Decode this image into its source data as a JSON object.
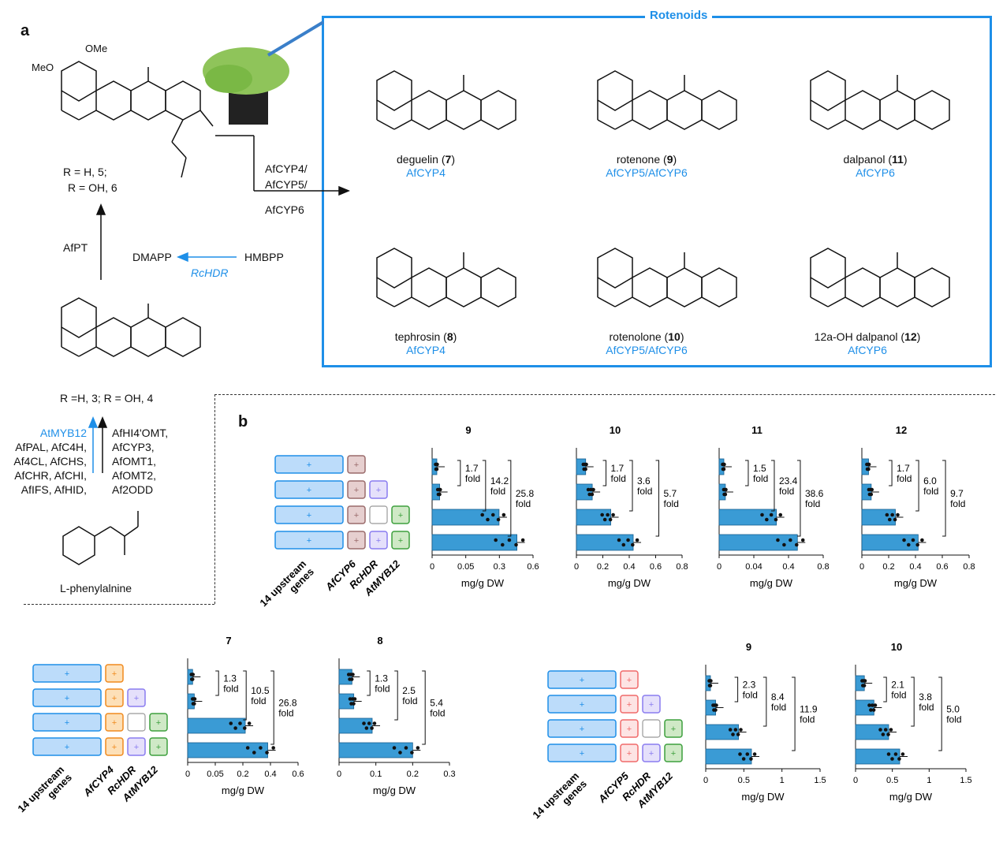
{
  "panel_a": {
    "label": "a",
    "rotenoids_title": "Rotenoids",
    "enzymes_arrow": [
      "AfCYP4/",
      "AfCYP5/",
      "AfCYP6"
    ],
    "prenylated": {
      "r_label": "R = H, 5;",
      "r_label2": "R = OH, 6"
    },
    "afpt": "AfPT",
    "dmapp": "DMAPP",
    "hmbpp": "HMBPP",
    "rchdr": "RcHDR",
    "core": {
      "r_label": "R =H, 3; R = OH, 4"
    },
    "left_genes": [
      "AtMYB12",
      "AfPAL, AfC4H,",
      "Af4CL, AfCHS,",
      "AfCHR, AfCHI,",
      "AfIFS, AfHID,"
    ],
    "right_genes": [
      "AfHI4'OMT,",
      "AfCYP3,",
      "AfOMT1,",
      "AfOMT2,",
      "Af2ODD"
    ],
    "phe": "L-phenylalnine",
    "compounds": [
      {
        "name": "deguelin",
        "num": "7",
        "enz": "AfCYP4"
      },
      {
        "name": "rotenone",
        "num": "9",
        "enz": "AfCYP5/AfCYP6"
      },
      {
        "name": "dalpanol",
        "num": "11",
        "enz": "AfCYP6"
      },
      {
        "name": "tephrosin",
        "num": "8",
        "enz": "AfCYP4"
      },
      {
        "name": "rotenolone",
        "num": "10",
        "enz": "AfCYP5/AfCYP6"
      },
      {
        "name": "12a-OH dalpanol",
        "num": "12",
        "enz": "AfCYP6"
      }
    ]
  },
  "panel_b": {
    "label": "b",
    "row_labels_cyp6": [
      "14 upstream genes",
      "AfCYP6",
      "RcHDR",
      "AtMYB12"
    ],
    "row_labels_cyp4": [
      "14 upstream genes",
      "AfCYP4",
      "RcHDR",
      "AtMYB12"
    ],
    "row_labels_cyp5": [
      "14 upstream genes",
      "AfCYP5",
      "RcHDR",
      "AtMYB12"
    ],
    "plus": "+",
    "xlabel": "mg/g DW"
  },
  "chart_data": [
    {
      "type": "bar",
      "title": "9",
      "xlabel": "mg/g DW",
      "values": [
        0.012,
        0.025,
        0.32,
        0.52
      ],
      "ticks": [
        "0",
        "0.05",
        "0.3",
        "0.6"
      ],
      "folds": [
        "1.7\nfold",
        "14.2\nfold",
        "25.8\nfold"
      ],
      "broken_axis": true
    },
    {
      "type": "bar",
      "title": "10",
      "xlabel": "mg/g DW",
      "values": [
        0.07,
        0.12,
        0.26,
        0.43
      ],
      "ticks": [
        "0",
        "0.2",
        "0.4",
        "0.6",
        "0.8"
      ],
      "folds": [
        "1.7\nfold",
        "3.6\nfold",
        "5.7\nfold"
      ]
    },
    {
      "type": "bar",
      "title": "11",
      "xlabel": "mg/g DW",
      "values": [
        0.012,
        0.02,
        0.22,
        0.48
      ],
      "ticks": [
        "0",
        "0.04",
        "0.4",
        "0.8"
      ],
      "folds": [
        "1.5\nfold",
        "23.4\nfold",
        "38.6\nfold"
      ],
      "broken_axis": true
    },
    {
      "type": "bar",
      "title": "12",
      "xlabel": "mg/g DW",
      "values": [
        0.05,
        0.07,
        0.25,
        0.42
      ],
      "ticks": [
        "0",
        "0.2",
        "0.4",
        "0.6",
        "0.8"
      ],
      "folds": [
        "1.7\nfold",
        "6.0\nfold",
        "9.7\nfold"
      ]
    },
    {
      "type": "bar",
      "title": "7",
      "xlabel": "mg/g DW",
      "values": [
        0.015,
        0.02,
        0.16,
        0.39
      ],
      "ticks": [
        "0",
        "0.05",
        "0.2",
        "0.4",
        "0.6"
      ],
      "folds": [
        "1.3\nfold",
        "10.5\nfold",
        "26.8\nfold"
      ],
      "broken_axis": true
    },
    {
      "type": "bar",
      "title": "8",
      "xlabel": "mg/g DW",
      "values": [
        0.035,
        0.04,
        0.09,
        0.2
      ],
      "ticks": [
        "0",
        "0.1",
        "0.2",
        "0.3"
      ],
      "folds": [
        "1.3\nfold",
        "2.5\nfold",
        "5.4\nfold"
      ]
    },
    {
      "type": "bar",
      "title": "9",
      "xlabel": "mg/g DW",
      "values": [
        0.05,
        0.13,
        0.43,
        0.6
      ],
      "ticks": [
        "0",
        "0.5",
        "1",
        "1.5"
      ],
      "folds": [
        "2.3\nfold",
        "8.4\nfold",
        "11.9\nfold"
      ]
    },
    {
      "type": "bar",
      "title": "10",
      "xlabel": "mg/g DW",
      "values": [
        0.12,
        0.25,
        0.45,
        0.6
      ],
      "ticks": [
        "0",
        "0.5",
        "1",
        "1.5"
      ],
      "folds": [
        "2.1\nfold",
        "3.8\nfold",
        "5.0\nfold"
      ]
    }
  ],
  "colors": {
    "accent": "#1e8fe8",
    "bar": "#3a9bd5",
    "up_fill": "#bcdcfa",
    "up_stroke": "#1e8fe8",
    "cyp6_fill": "#e6cfcf",
    "cyp6_stroke": "#9a6b6b",
    "cyp4_fill": "#fde0b8",
    "cyp4_stroke": "#f08a1e",
    "cyp5_fill": "#fde4e4",
    "cyp5_stroke": "#f06a6a",
    "hdr_fill": "#e5e0fb",
    "hdr_stroke": "#8a7cf0",
    "myb_fill": "#cfe9c6",
    "myb_stroke": "#3ea03e"
  }
}
